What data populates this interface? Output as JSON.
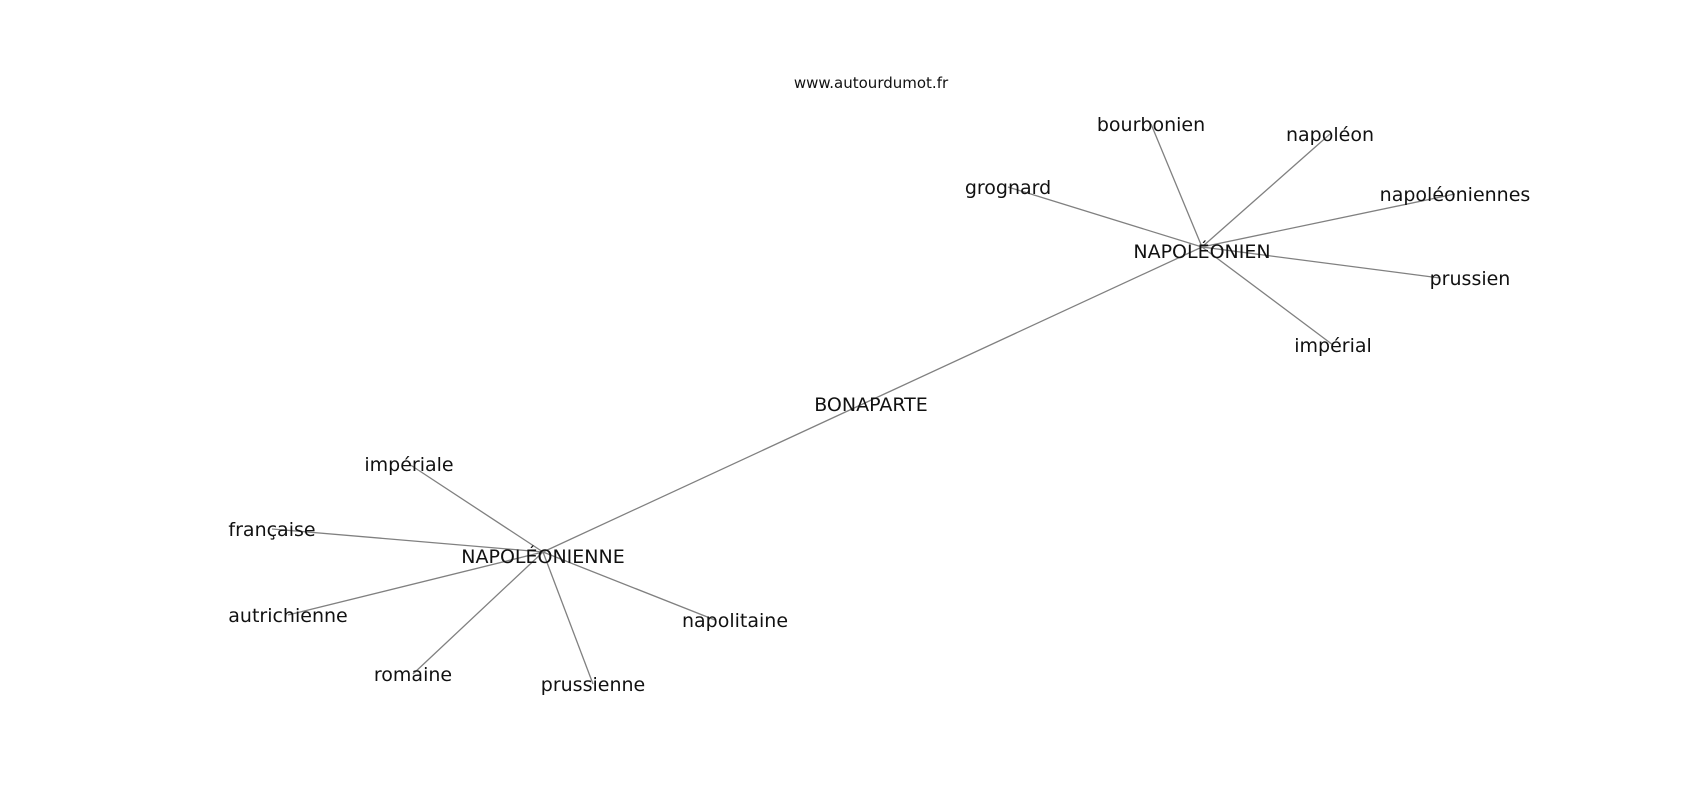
{
  "source": "www.autourdumot.fr",
  "colors": {
    "edge": "#808080",
    "text": "#111111",
    "background": "#ffffff"
  },
  "nodes": [
    {
      "id": "bonaparte",
      "label": "BONAPARTE"
    },
    {
      "id": "napoleonien",
      "label": "NAPOLÉONIEN"
    },
    {
      "id": "napoleonienne",
      "label": "NAPOLÉONIENNE"
    },
    {
      "id": "grognard",
      "label": "grognard"
    },
    {
      "id": "bourbonien",
      "label": "bourbonien"
    },
    {
      "id": "napoleon",
      "label": "napoléon"
    },
    {
      "id": "napoleoniennes",
      "label": "napoléoniennes"
    },
    {
      "id": "prussien",
      "label": "prussien"
    },
    {
      "id": "imperial",
      "label": "impérial"
    },
    {
      "id": "imperiale",
      "label": "impériale"
    },
    {
      "id": "francaise",
      "label": "française"
    },
    {
      "id": "autrichienne",
      "label": "autrichienne"
    },
    {
      "id": "romaine",
      "label": "romaine"
    },
    {
      "id": "prussienne",
      "label": "prussienne"
    },
    {
      "id": "napolitaine",
      "label": "napolitaine"
    }
  ],
  "edges": [
    [
      "napoleonien",
      "napoleonienne"
    ],
    [
      "napoleonien",
      "grognard"
    ],
    [
      "napoleonien",
      "bourbonien"
    ],
    [
      "napoleonien",
      "napoleon"
    ],
    [
      "napoleonien",
      "napoleoniennes"
    ],
    [
      "napoleonien",
      "prussien"
    ],
    [
      "napoleonien",
      "imperial"
    ],
    [
      "napoleonienne",
      "imperiale"
    ],
    [
      "napoleonienne",
      "francaise"
    ],
    [
      "napoleonienne",
      "autrichienne"
    ],
    [
      "napoleonienne",
      "romaine"
    ],
    [
      "napoleonienne",
      "prussienne"
    ],
    [
      "napoleonienne",
      "napolitaine"
    ]
  ]
}
